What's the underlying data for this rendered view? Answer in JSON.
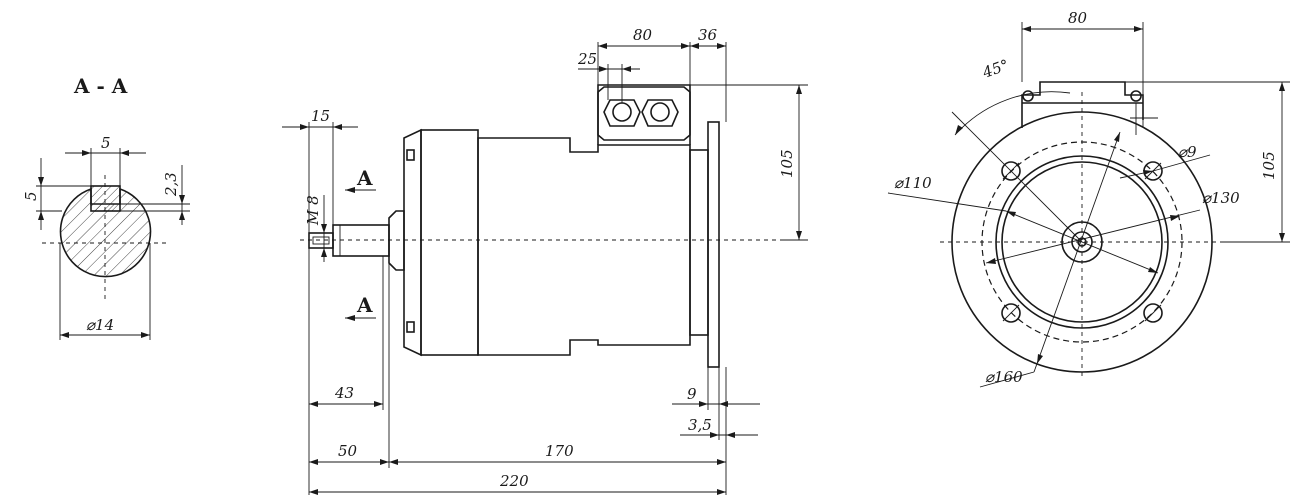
{
  "section_view": {
    "title": "A - A",
    "key_width": "5",
    "key_depth": "5",
    "keyway_depth": "2,3",
    "shaft_diameter": "⌀14"
  },
  "side_view": {
    "thread_length": "15",
    "thread": "M 8",
    "section_marker_top": "A",
    "section_marker_bottom": "A",
    "box_width": "80",
    "box_offset": "36",
    "gland_pitch": "25",
    "box_height": "105",
    "shaft_to_body": "43",
    "shaft_length": "50",
    "body_length": "170",
    "overall_length": "220",
    "flange_offset": "9",
    "flange_thickness": "3,5"
  },
  "front_view": {
    "box_width": "80",
    "angle": "45°",
    "hole_diameter": "⌀9",
    "pilot_diameter": "⌀110",
    "pcd": "⌀130",
    "flange_diameter": "⌀160",
    "box_height": "105"
  }
}
